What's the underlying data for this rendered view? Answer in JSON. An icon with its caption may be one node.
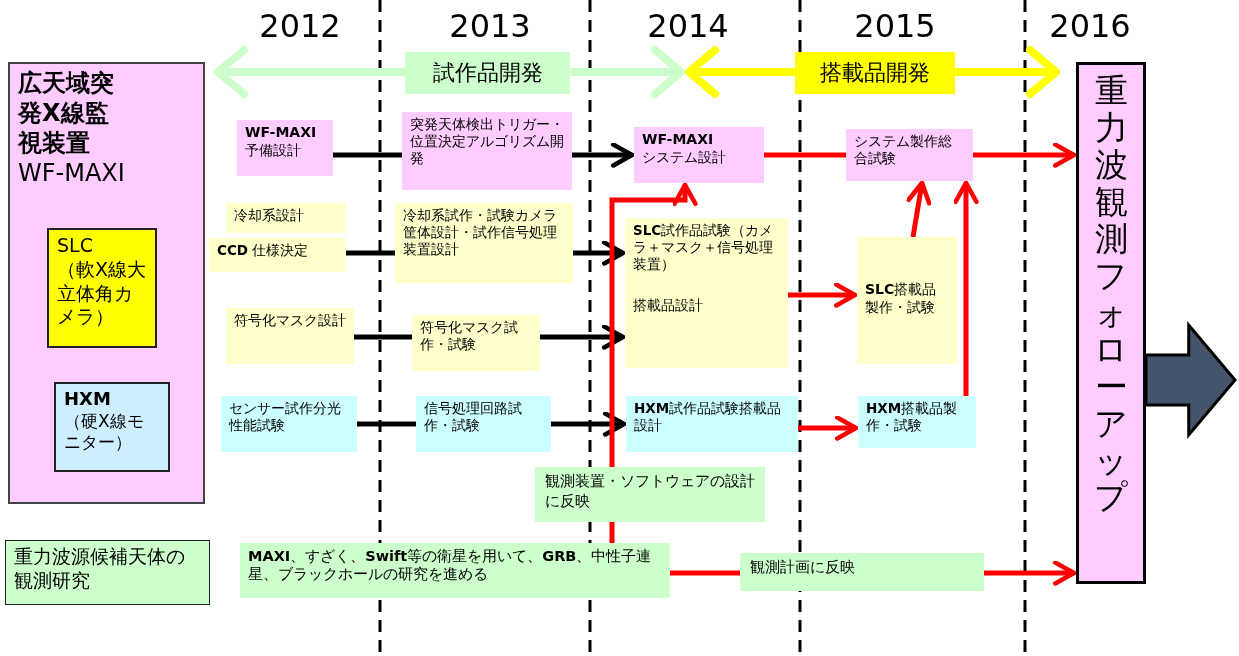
{
  "diagram": {
    "nodes": [
      {
        "text": [
          "広天域突発X線監視装置",
          "WF-MAXI"
        ]
      },
      {
        "text": [
          "SLC",
          "（軟X線大立体角カメラ）"
        ],
        "in": 0
      },
      {
        "text": [
          "HXM",
          "（硬X線モニター）"
        ],
        "in": 0
      },
      {
        "text": [
          "WF-MAXI",
          "予備設計"
        ]
      },
      {
        "text": [
          "突発天体検出トリガー・位置決定アルゴリズム開発"
        ]
      },
      {
        "text": [
          "WF-MAXI",
          "システム設計"
        ]
      },
      {
        "text": [
          "システム製作総合試験"
        ]
      },
      {
        "text": [
          "冷却系設計"
        ]
      },
      {
        "text": [
          "**CCD** 仕様決定"
        ]
      },
      {
        "text": [
          "冷却系試作・試験カメラ筐体設計・試作信号処理装置設計"
        ]
      },
      {
        "text": [
          "**SLC**試作品試験（カメラ＋マスク＋信号処理装置）",
          "搭載品設計"
        ]
      },
      {
        "text": [
          "**SLC**搭載品製作・試験"
        ]
      },
      {
        "text": [
          "符号化マスク設計"
        ]
      },
      {
        "text": [
          "符号化マスク試作・試験"
        ]
      },
      {
        "text": [
          "センサー試作分光性能試験"
        ]
      },
      {
        "text": [
          "信号処理回路試作・試験"
        ]
      },
      {
        "text": [
          "**HXM**試作品試験搭載品設計"
        ]
      },
      {
        "text": [
          "**HXM**搭載品製作・試験"
        ]
      },
      {
        "text": [
          "重力波源候補天体の観測研究"
        ]
      },
      {
        "text": [
          "**MAXI**、すざく、**Swift**等の衛星を用いて、**GRB**、中性子連星、ブラックホールの研究を進める"
        ]
      },
      {
        "text": [
          "重力波観測フォローアップ"
        ]
      }
    ],
    "edges": [
      {
        "from": 3,
        "to": 4,
        "arrow": "none"
      },
      {
        "from": 4,
        "to": 5,
        "arrow": "to"
      },
      {
        "from": 8,
        "to": 9,
        "arrow": "none"
      },
      {
        "from": 9,
        "to": 10,
        "arrow": "to"
      },
      {
        "from": 12,
        "to": 13,
        "arrow": "none"
      },
      {
        "from": 13,
        "to": 10,
        "arrow": "to"
      },
      {
        "from": 14,
        "to": 15,
        "arrow": "none"
      },
      {
        "from": 15,
        "to": 16,
        "arrow": "to"
      },
      {
        "from": 5,
        "to": 6,
        "arrow": "none",
        "color": "#ff0000"
      },
      {
        "from": 6,
        "to": 20,
        "arrow": "to",
        "color": "#ff0000"
      },
      {
        "from": 10,
        "to": 11,
        "arrow": "to",
        "color": "#ff0000"
      },
      {
        "from": 16,
        "to": 17,
        "arrow": "to",
        "color": "#ff0000"
      },
      {
        "from": 11,
        "to": 6,
        "arrow": "to",
        "color": "#ff0000"
      },
      {
        "from": 17,
        "to": 6,
        "arrow": "to",
        "color": "#ff0000"
      },
      {
        "from": 19,
        "to": 5,
        "arrow": "to",
        "color": "#ff0000",
        "label": "観測装置・ソフトウェアの設計に反映"
      },
      {
        "from": 19,
        "to": 20,
        "arrow": "to",
        "color": "#ff0000",
        "label": "観測計画に反映"
      },
      {
        "from": 20,
        "to": null,
        "arrow": "to",
        "style": "thick",
        "color": "#44546a"
      }
    ],
    "labels": [
      "2012",
      "2013",
      "2014",
      "2015",
      "2016",
      "試作品開発",
      "搭載品開発"
    ]
  }
}
